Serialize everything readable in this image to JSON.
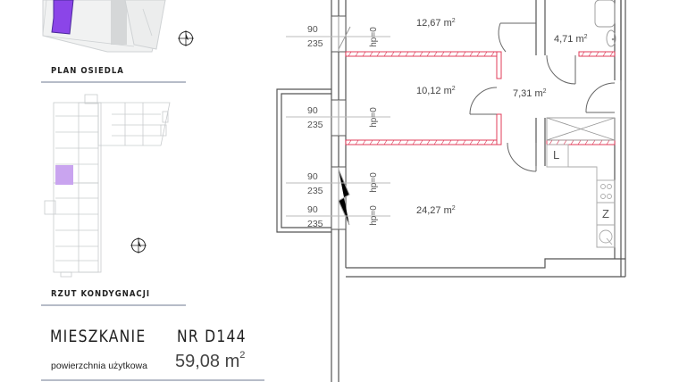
{
  "site_plan": {
    "heading": "PLAN OSIEDLA",
    "highlight_color": "#8b45e8",
    "compass": "north-compass"
  },
  "floor_key_plan": {
    "heading": "RZUT KONDYGNACJI",
    "highlight_color": "#c9a4ef",
    "compass": "north-compass"
  },
  "apartment": {
    "label": "MIESZKANIE",
    "number": "NR D144",
    "area_label": "powierzchnia użytkowa",
    "area_value": "59,08 m",
    "area_unit_sup": "2"
  },
  "floor_plan": {
    "rooms": [
      {
        "name": "room-1",
        "area": "12,67 m",
        "sup": "2"
      },
      {
        "name": "room-2",
        "area": "10,12 m",
        "sup": "2"
      },
      {
        "name": "living-kitchen",
        "area": "24,27 m",
        "sup": "2"
      },
      {
        "name": "hall",
        "area": "7,31 m",
        "sup": "2"
      },
      {
        "name": "bathroom",
        "area": "4,71 m",
        "sup": "2"
      }
    ],
    "windows": [
      {
        "sill": "90",
        "height": "235",
        "hp": "hp=0"
      },
      {
        "sill": "90",
        "height": "235",
        "hp": "hp=0"
      },
      {
        "sill": "90",
        "height": "235",
        "hp": "hp=0"
      },
      {
        "sill": "90",
        "height": "235",
        "hp": "hp=0"
      }
    ],
    "fixtures": {
      "fridge": "L",
      "dishwasher": "Z"
    },
    "wall_color": "#555555",
    "partition_color": "#e03c5a"
  }
}
